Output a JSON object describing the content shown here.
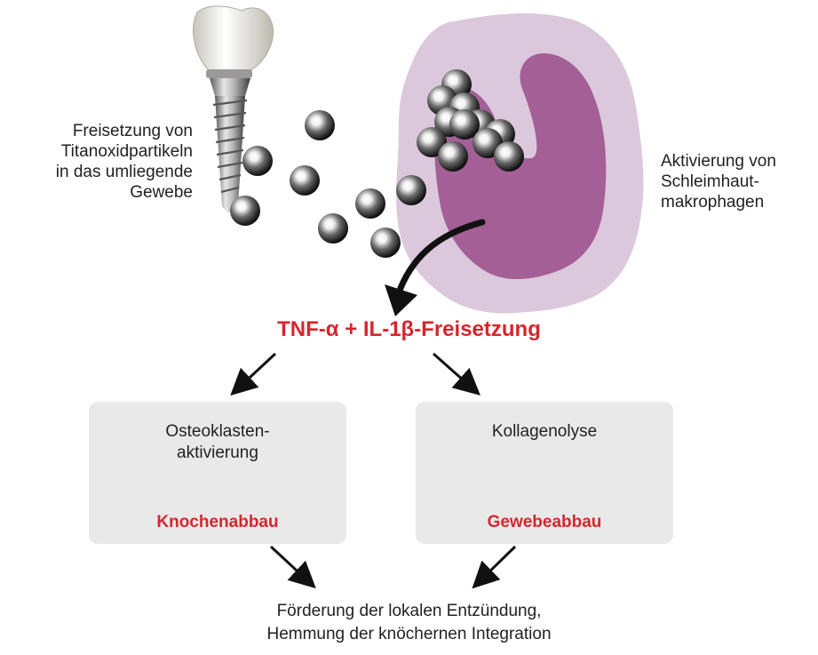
{
  "colors": {
    "accent_red": "#d6262d",
    "cell_outer": "#dcc8dc",
    "cell_nucleus": "#a35f96",
    "box_background": "#e9e9e9",
    "arrow": "#111111"
  },
  "labels": {
    "release_lines": [
      "Freisetzung von",
      "Titanoxidpartikeln",
      "in das umliegende",
      "Gewebe"
    ],
    "activation_lines": [
      "Aktivierung von",
      "Schleimhaut-",
      "makrophagen"
    ]
  },
  "main": {
    "release_text": "TNF-α + IL-1β-Freisetzung"
  },
  "boxes": {
    "left": {
      "title_lines": [
        "Osteoklasten-",
        "aktivierung"
      ],
      "result": "Knochenabbau"
    },
    "right": {
      "title_lines": [
        "Kollagenolyse"
      ],
      "result": "Gewebeabbau"
    }
  },
  "conclusion_lines": [
    "Förderung der lokalen Entzündung,",
    "Hemmung der knöchernen Integration"
  ],
  "icons": [
    "dental-implant-icon",
    "titanium-particle-icon",
    "macrophage-icon"
  ]
}
